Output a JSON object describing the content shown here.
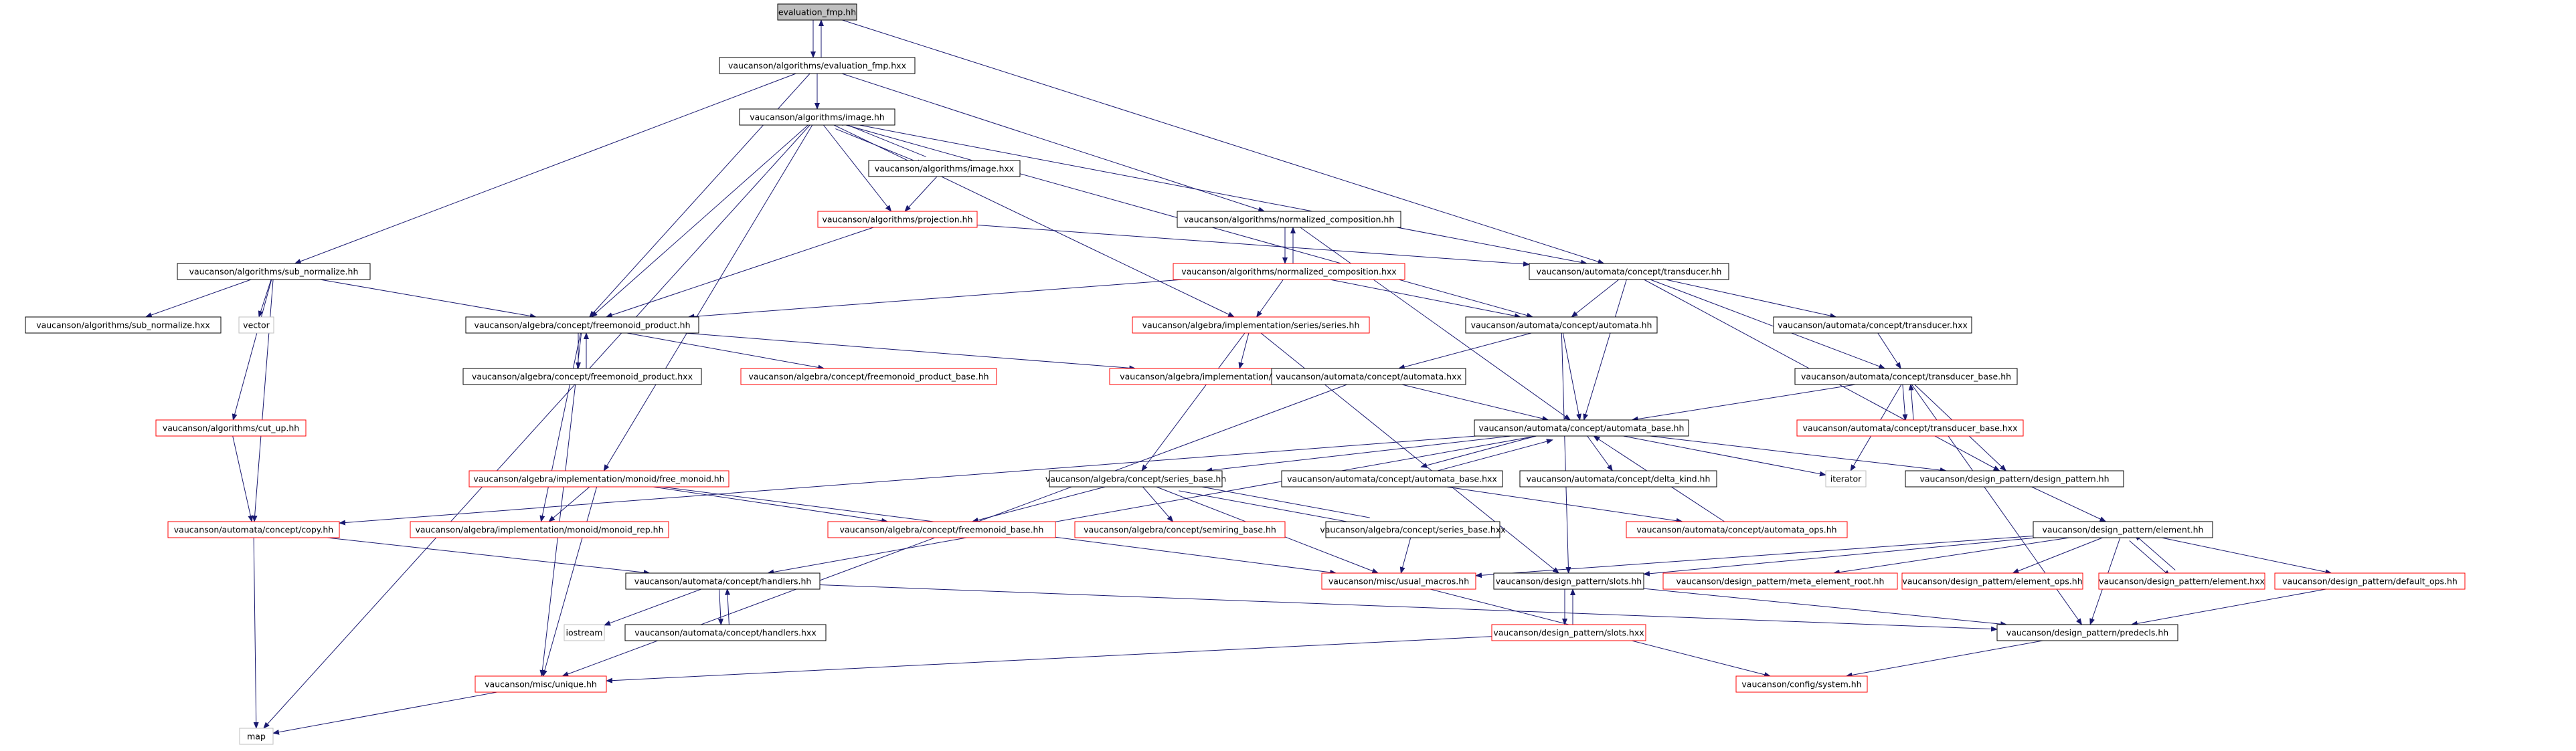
{
  "nodes": [
    {
      "id": "evaluation_fmp_hh",
      "label": "evaluation_fmp.hh",
      "style": "root"
    },
    {
      "id": "evaluation_fmp_hxx",
      "label": "vaucanson/algorithms/evaluation_fmp.hxx",
      "style": "black"
    },
    {
      "id": "image_hh",
      "label": "vaucanson/algorithms/image.hh",
      "style": "black"
    },
    {
      "id": "image_hxx",
      "label": "vaucanson/algorithms/image.hxx",
      "style": "black"
    },
    {
      "id": "projection_hh",
      "label": "vaucanson/algorithms/projection.hh",
      "style": "red"
    },
    {
      "id": "normalized_composition_hh",
      "label": "vaucanson/algorithms/normalized_composition.hh",
      "style": "black"
    },
    {
      "id": "normalized_composition_hxx",
      "label": "vaucanson/algorithms/normalized_composition.hxx",
      "style": "red"
    },
    {
      "id": "sub_normalize_hh",
      "label": "vaucanson/algorithms/sub_normalize.hh",
      "style": "black"
    },
    {
      "id": "sub_normalize_hxx",
      "label": "vaucanson/algorithms/sub_normalize.hxx",
      "style": "black"
    },
    {
      "id": "vector",
      "label": "vector",
      "style": "gray"
    },
    {
      "id": "freemonoid_product_hh",
      "label": "vaucanson/algebra/concept/freemonoid_product.hh",
      "style": "black"
    },
    {
      "id": "freemonoid_product_hxx",
      "label": "vaucanson/algebra/concept/freemonoid_product.hxx",
      "style": "black"
    },
    {
      "id": "freemonoid_product_base_hh",
      "label": "vaucanson/algebra/concept/freemonoid_product_base.hh",
      "style": "red"
    },
    {
      "id": "series_hh",
      "label": "vaucanson/algebra/implementation/series/series.hh",
      "style": "red"
    },
    {
      "id": "series_rep_hh",
      "label": "vaucanson/algebra/implementation/series/series_rep.hh",
      "style": "red"
    },
    {
      "id": "transducer_hh",
      "label": "vaucanson/automata/concept/transducer.hh",
      "style": "black"
    },
    {
      "id": "automata_hh",
      "label": "vaucanson/automata/concept/automata.hh",
      "style": "black"
    },
    {
      "id": "transducer_hxx",
      "label": "vaucanson/automata/concept/transducer.hxx",
      "style": "black"
    },
    {
      "id": "automata_hxx",
      "label": "vaucanson/automata/concept/automata.hxx",
      "style": "black"
    },
    {
      "id": "transducer_base_hh",
      "label": "vaucanson/automata/concept/transducer_base.hh",
      "style": "black"
    },
    {
      "id": "transducer_base_hxx",
      "label": "vaucanson/automata/concept/transducer_base.hxx",
      "style": "red"
    },
    {
      "id": "cut_up_hh",
      "label": "vaucanson/algorithms/cut_up.hh",
      "style": "red"
    },
    {
      "id": "automata_base_hh",
      "label": "vaucanson/automata/concept/automata_base.hh",
      "style": "black"
    },
    {
      "id": "free_monoid_hh",
      "label": "vaucanson/algebra/implementation/monoid/free_monoid.hh",
      "style": "red"
    },
    {
      "id": "series_base_hh",
      "label": "vaucanson/algebra/concept/series_base.hh",
      "style": "black"
    },
    {
      "id": "automata_base_hxx",
      "label": "vaucanson/automata/concept/automata_base.hxx",
      "style": "black"
    },
    {
      "id": "delta_kind_hh",
      "label": "vaucanson/automata/concept/delta_kind.hh",
      "style": "black"
    },
    {
      "id": "iterator",
      "label": "iterator",
      "style": "gray"
    },
    {
      "id": "design_pattern_hh",
      "label": "vaucanson/design_pattern/design_pattern.hh",
      "style": "black"
    },
    {
      "id": "copy_hh",
      "label": "vaucanson/automata/concept/copy.hh",
      "style": "red"
    },
    {
      "id": "monoid_rep_hh",
      "label": "vaucanson/algebra/implementation/monoid/monoid_rep.hh",
      "style": "red"
    },
    {
      "id": "freemonoid_base_hh",
      "label": "vaucanson/algebra/concept/freemonoid_base.hh",
      "style": "red"
    },
    {
      "id": "semiring_base_hh",
      "label": "vaucanson/algebra/concept/semiring_base.hh",
      "style": "red"
    },
    {
      "id": "series_base_hxx",
      "label": "vaucanson/algebra/concept/series_base.hxx",
      "style": "black"
    },
    {
      "id": "automata_ops_hh",
      "label": "vaucanson/automata/concept/automata_ops.hh",
      "style": "red"
    },
    {
      "id": "element_hh",
      "label": "vaucanson/design_pattern/element.hh",
      "style": "black"
    },
    {
      "id": "handlers_hh",
      "label": "vaucanson/automata/concept/handlers.hh",
      "style": "black"
    },
    {
      "id": "usual_macros_hh",
      "label": "vaucanson/misc/usual_macros.hh",
      "style": "red"
    },
    {
      "id": "slots_hh",
      "label": "vaucanson/design_pattern/slots.hh",
      "style": "black"
    },
    {
      "id": "meta_element_root_hh",
      "label": "vaucanson/design_pattern/meta_element_root.hh",
      "style": "red"
    },
    {
      "id": "element_ops_hh",
      "label": "vaucanson/design_pattern/element_ops.hh",
      "style": "red"
    },
    {
      "id": "element_hxx",
      "label": "vaucanson/design_pattern/element.hxx",
      "style": "red"
    },
    {
      "id": "default_ops_hh",
      "label": "vaucanson/design_pattern/default_ops.hh",
      "style": "red"
    },
    {
      "id": "iostream",
      "label": "iostream",
      "style": "gray"
    },
    {
      "id": "handlers_hxx",
      "label": "vaucanson/automata/concept/handlers.hxx",
      "style": "black"
    },
    {
      "id": "slots_hxx",
      "label": "vaucanson/design_pattern/slots.hxx",
      "style": "red"
    },
    {
      "id": "predecls_hh",
      "label": "vaucanson/design_pattern/predecls.hh",
      "style": "black"
    },
    {
      "id": "unique_hh",
      "label": "vaucanson/misc/unique.hh",
      "style": "red"
    },
    {
      "id": "system_hh",
      "label": "vaucanson/config/system.hh",
      "style": "red"
    },
    {
      "id": "map",
      "label": "map",
      "style": "gray"
    }
  ],
  "edges": [
    [
      "evaluation_fmp_hh",
      "evaluation_fmp_hxx"
    ],
    [
      "evaluation_fmp_hxx",
      "evaluation_fmp_hh"
    ],
    [
      "evaluation_fmp_hh",
      "transducer_hh"
    ],
    [
      "evaluation_fmp_hxx",
      "image_hh"
    ],
    [
      "evaluation_fmp_hxx",
      "sub_normalize_hh"
    ],
    [
      "evaluation_fmp_hxx",
      "freemonoid_product_hh"
    ],
    [
      "evaluation_fmp_hxx",
      "normalized_composition_hh"
    ],
    [
      "image_hh",
      "image_hxx"
    ],
    [
      "image_hxx",
      "image_hh"
    ],
    [
      "image_hh",
      "projection_hh"
    ],
    [
      "image_hh",
      "freemonoid_product_hh"
    ],
    [
      "image_hh",
      "series_hh"
    ],
    [
      "image_hh",
      "transducer_hh"
    ],
    [
      "image_hh",
      "automata_hh"
    ],
    [
      "image_hh",
      "free_monoid_hh"
    ],
    [
      "image_hh",
      "map"
    ],
    [
      "image_hxx",
      "projection_hh"
    ],
    [
      "projection_hh",
      "freemonoid_product_hh"
    ],
    [
      "projection_hh",
      "transducer_hh"
    ],
    [
      "normalized_composition_hh",
      "normalized_composition_hxx"
    ],
    [
      "normalized_composition_hxx",
      "normalized_composition_hh"
    ],
    [
      "normalized_composition_hh",
      "automata_base_hh"
    ],
    [
      "normalized_composition_hxx",
      "freemonoid_product_hh"
    ],
    [
      "normalized_composition_hxx",
      "series_hh"
    ],
    [
      "normalized_composition_hxx",
      "automata_hh"
    ],
    [
      "sub_normalize_hh",
      "sub_normalize_hxx"
    ],
    [
      "sub_normalize_hh",
      "vector"
    ],
    [
      "sub_normalize_hh",
      "freemonoid_product_hh"
    ],
    [
      "sub_normalize_hh",
      "cut_up_hh"
    ],
    [
      "sub_normalize_hh",
      "copy_hh"
    ],
    [
      "freemonoid_product_hh",
      "freemonoid_product_hxx"
    ],
    [
      "freemonoid_product_hxx",
      "freemonoid_product_hh"
    ],
    [
      "freemonoid_product_hh",
      "freemonoid_product_base_hh"
    ],
    [
      "freemonoid_product_hh",
      "series_rep_hh"
    ],
    [
      "freemonoid_product_hh",
      "monoid_rep_hh"
    ],
    [
      "freemonoid_product_hh",
      "unique_hh"
    ],
    [
      "series_hh",
      "series_rep_hh"
    ],
    [
      "series_hh",
      "series_base_hh"
    ],
    [
      "series_hh",
      "slots_hh"
    ],
    [
      "transducer_hh",
      "automata_hh"
    ],
    [
      "transducer_hh",
      "transducer_hxx"
    ],
    [
      "transducer_hh",
      "transducer_base_hh"
    ],
    [
      "transducer_hh",
      "automata_base_hh"
    ],
    [
      "transducer_hh",
      "design_pattern_hh"
    ],
    [
      "transducer_hxx",
      "transducer_base_hh"
    ],
    [
      "automata_hh",
      "automata_hxx"
    ],
    [
      "automata_hh",
      "automata_base_hh"
    ],
    [
      "automata_hh",
      "slots_hh"
    ],
    [
      "automata_hxx",
      "automata_base_hh"
    ],
    [
      "automata_hxx",
      "unique_hh"
    ],
    [
      "transducer_base_hh",
      "transducer_base_hxx"
    ],
    [
      "transducer_base_hxx",
      "transducer_base_hh"
    ],
    [
      "transducer_base_hh",
      "automata_base_hh"
    ],
    [
      "transducer_base_hh",
      "iterator"
    ],
    [
      "transducer_base_hh",
      "design_pattern_hh"
    ],
    [
      "transducer_base_hh",
      "predecls_hh"
    ],
    [
      "cut_up_hh",
      "copy_hh"
    ],
    [
      "automata_base_hh",
      "automata_base_hxx"
    ],
    [
      "automata_base_hxx",
      "automata_base_hh"
    ],
    [
      "automata_base_hh",
      "series_base_hh"
    ],
    [
      "automata_base_hh",
      "delta_kind_hh"
    ],
    [
      "automata_base_hh",
      "iterator"
    ],
    [
      "automata_base_hh",
      "design_pattern_hh"
    ],
    [
      "automata_base_hh",
      "handlers_hh"
    ],
    [
      "automata_base_hh",
      "copy_hh"
    ],
    [
      "automata_base_hxx",
      "automata_ops_hh"
    ],
    [
      "automata_ops_hh",
      "automata_base_hh"
    ],
    [
      "free_monoid_hh",
      "monoid_rep_hh"
    ],
    [
      "free_monoid_hh",
      "freemonoid_base_hh"
    ],
    [
      "free_monoid_hh",
      "unique_hh"
    ],
    [
      "free_monoid_hh",
      "usual_macros_hh"
    ],
    [
      "series_base_hh",
      "freemonoid_base_hh"
    ],
    [
      "series_base_hh",
      "semiring_base_hh"
    ],
    [
      "series_base_hh",
      "series_base_hxx"
    ],
    [
      "series_base_hxx",
      "series_base_hh"
    ],
    [
      "series_base_hh",
      "usual_macros_hh"
    ],
    [
      "series_base_hxx",
      "usual_macros_hh"
    ],
    [
      "design_pattern_hh",
      "element_hh"
    ],
    [
      "element_hh",
      "usual_macros_hh"
    ],
    [
      "element_hh",
      "slots_hh"
    ],
    [
      "element_hh",
      "meta_element_root_hh"
    ],
    [
      "element_hh",
      "element_ops_hh"
    ],
    [
      "element_hh",
      "element_hxx"
    ],
    [
      "element_hxx",
      "element_hh"
    ],
    [
      "element_hh",
      "default_ops_hh"
    ],
    [
      "element_hh",
      "predecls_hh"
    ],
    [
      "default_ops_hh",
      "predecls_hh"
    ],
    [
      "copy_hh",
      "handlers_hh"
    ],
    [
      "copy_hh",
      "map"
    ],
    [
      "handlers_hh",
      "iostream"
    ],
    [
      "handlers_hh",
      "handlers_hxx"
    ],
    [
      "handlers_hxx",
      "handlers_hh"
    ],
    [
      "handlers_hh",
      "predecls_hh"
    ],
    [
      "slots_hh",
      "slots_hxx"
    ],
    [
      "slots_hxx",
      "slots_hh"
    ],
    [
      "slots_hh",
      "predecls_hh"
    ],
    [
      "slots_hxx",
      "unique_hh"
    ],
    [
      "usual_macros_hh",
      "system_hh"
    ],
    [
      "predecls_hh",
      "system_hh"
    ],
    [
      "unique_hh",
      "map"
    ]
  ]
}
